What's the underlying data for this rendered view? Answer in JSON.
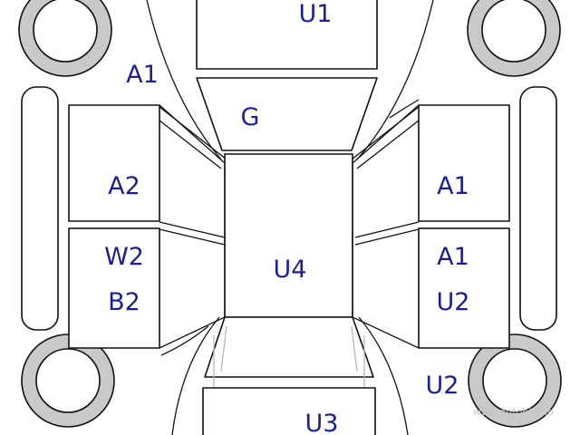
{
  "colors": {
    "label": "#1b1f96",
    "line": "#111111",
    "tyre": "#c9c9c9",
    "ghost_line": "#b8b8b8",
    "background": "#ffffff"
  },
  "panels": {
    "front_bumper": "U1",
    "front_left_fender": "A1",
    "hood": "G",
    "left_front_door": "A2",
    "right_front_door": "A1",
    "roof": "U4",
    "left_rear_door_top": "W2",
    "left_rear_door_bottom": "B2",
    "right_rear_door_top": "A1",
    "right_rear_door_bottom": "U2",
    "right_rear_fender": "U2",
    "trunk": "U3"
  },
  "watermark": "www.autobidmo"
}
